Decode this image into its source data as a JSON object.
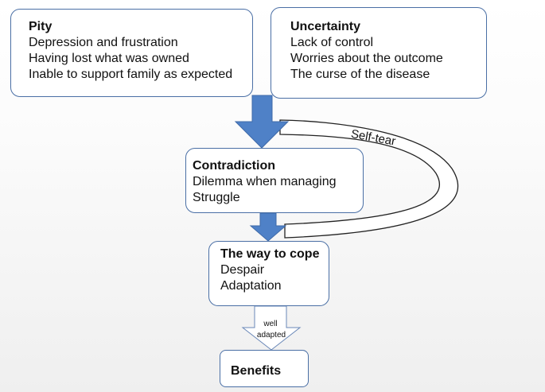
{
  "pity": {
    "title": "Pity",
    "lines": [
      "Depression and frustration",
      "Having lost what was owned",
      "Inable to support family as expected"
    ]
  },
  "uncertainty": {
    "title": "Uncertainty",
    "lines": [
      "Lack of control",
      "Worries about the outcome",
      "The curse of the disease"
    ]
  },
  "contradiction": {
    "title": "Contradiction",
    "lines": [
      "Dilemma when managing",
      "Struggle"
    ]
  },
  "cope": {
    "title": "The way to cope",
    "lines": [
      "Despair",
      "Adaptation"
    ]
  },
  "benefits": {
    "title": "Benefits"
  },
  "self_tear_label": "Self-tear",
  "well_adapted_label": [
    "well",
    "adapted"
  ],
  "colors": {
    "border": "#4a6fa5",
    "arrow_fill": "#4f81c7",
    "arrow_stroke": "#3f6aa8"
  }
}
